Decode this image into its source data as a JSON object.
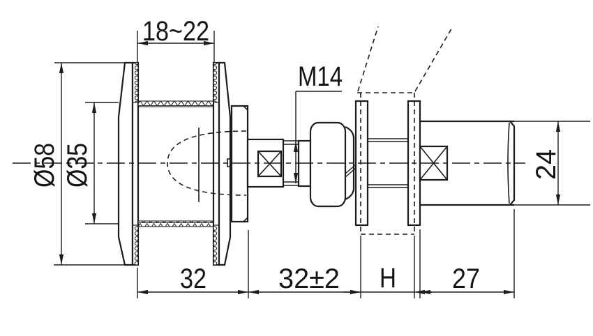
{
  "drawing": {
    "type": "technical-drawing",
    "description": "Cross-section of adjustable glass standoff fitting with threaded stud, hex nut, gasket plates and glass panel shown in phantom lines",
    "background": "#ffffff",
    "line_color": "#1c1c1c",
    "labels": {
      "slot_width": "18~22",
      "thread_size": "M14",
      "head_outer_diameter": "Ø58",
      "head_seat_diameter": "Ø35",
      "head_length": "32",
      "stud_length": "32±2",
      "glass_thickness": "H",
      "tail_length": "27",
      "tail_diameter": "24"
    }
  }
}
